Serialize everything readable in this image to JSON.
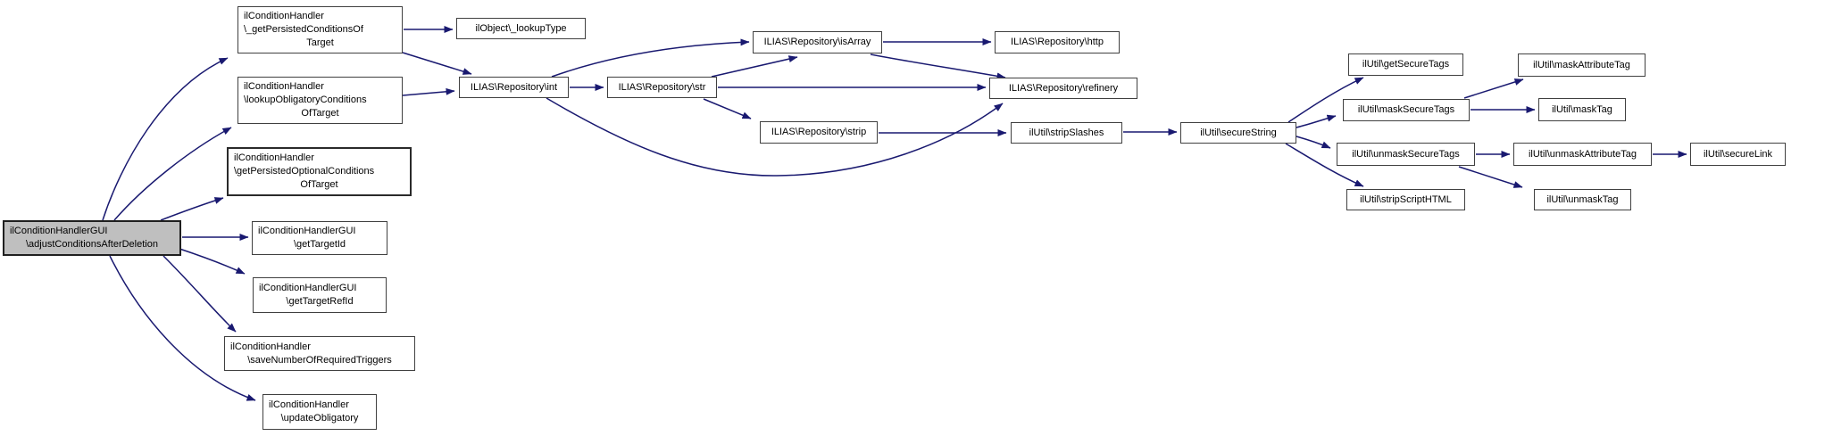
{
  "diagram": {
    "type": "call-graph",
    "colors": {
      "background": "#ffffff",
      "edge": "#191970",
      "node_border": "#404040",
      "node_fill": "#ffffff",
      "root_fill": "#bfbfbf",
      "text": "#000000"
    },
    "nodes": [
      {
        "id": "adjustConditionsAfterDeletion",
        "label": "ilConditionHandlerGUI\n\\adjustConditionsAfterDeletion",
        "highlighted": true
      },
      {
        "id": "getPersistedConditionsOfTarget",
        "label": "ilConditionHandler\n\\_getPersistedConditionsOf\nTarget"
      },
      {
        "id": "lookupObligatoryConditionsOfTarget",
        "label": "ilConditionHandler\n\\lookupObligatoryConditions\nOfTarget"
      },
      {
        "id": "getPersistedOptionalConditionsOfTarget",
        "label": "ilConditionHandler\n\\getPersistedOptionalConditions\nOfTarget"
      },
      {
        "id": "getTargetId",
        "label": "ilConditionHandlerGUI\n\\getTargetId"
      },
      {
        "id": "getTargetRefId",
        "label": "ilConditionHandlerGUI\n\\getTargetRefId"
      },
      {
        "id": "saveNumberOfRequiredTriggers",
        "label": "ilConditionHandler\n\\saveNumberOfRequiredTriggers"
      },
      {
        "id": "updateObligatory",
        "label": "ilConditionHandler\n\\updateObligatory"
      },
      {
        "id": "lookupType",
        "label": "ilObject\\_lookupType"
      },
      {
        "id": "repositoryInt",
        "label": "ILIAS\\Repository\\int"
      },
      {
        "id": "repositoryStr",
        "label": "ILIAS\\Repository\\str"
      },
      {
        "id": "repositoryIsArray",
        "label": "ILIAS\\Repository\\isArray"
      },
      {
        "id": "repositoryStrip",
        "label": "ILIAS\\Repository\\strip"
      },
      {
        "id": "repositoryHttp",
        "label": "ILIAS\\Repository\\http"
      },
      {
        "id": "repositoryRefinery",
        "label": "ILIAS\\Repository\\refinery"
      },
      {
        "id": "stripSlashes",
        "label": "ilUtil\\stripSlashes"
      },
      {
        "id": "secureString",
        "label": "ilUtil\\secureString"
      },
      {
        "id": "getSecureTags",
        "label": "ilUtil\\getSecureTags"
      },
      {
        "id": "maskSecureTags",
        "label": "ilUtil\\maskSecureTags"
      },
      {
        "id": "unmaskSecureTags",
        "label": "ilUtil\\unmaskSecureTags"
      },
      {
        "id": "stripScriptHTML",
        "label": "ilUtil\\stripScriptHTML"
      },
      {
        "id": "maskAttributeTag",
        "label": "ilUtil\\maskAttributeTag"
      },
      {
        "id": "maskTag",
        "label": "ilUtil\\maskTag"
      },
      {
        "id": "unmaskAttributeTag",
        "label": "ilUtil\\unmaskAttributeTag"
      },
      {
        "id": "unmaskTag",
        "label": "ilUtil\\unmaskTag"
      },
      {
        "id": "secureLink",
        "label": "ilUtil\\secureLink"
      }
    ],
    "edges": [
      {
        "from": "adjustConditionsAfterDeletion",
        "to": "getPersistedConditionsOfTarget"
      },
      {
        "from": "adjustConditionsAfterDeletion",
        "to": "lookupObligatoryConditionsOfTarget"
      },
      {
        "from": "adjustConditionsAfterDeletion",
        "to": "getPersistedOptionalConditionsOfTarget"
      },
      {
        "from": "adjustConditionsAfterDeletion",
        "to": "getTargetId"
      },
      {
        "from": "adjustConditionsAfterDeletion",
        "to": "getTargetRefId"
      },
      {
        "from": "adjustConditionsAfterDeletion",
        "to": "saveNumberOfRequiredTriggers"
      },
      {
        "from": "adjustConditionsAfterDeletion",
        "to": "updateObligatory"
      },
      {
        "from": "getPersistedConditionsOfTarget",
        "to": "lookupType"
      },
      {
        "from": "getPersistedConditionsOfTarget",
        "to": "repositoryInt"
      },
      {
        "from": "lookupObligatoryConditionsOfTarget",
        "to": "repositoryInt"
      },
      {
        "from": "repositoryInt",
        "to": "repositoryStr"
      },
      {
        "from": "repositoryInt",
        "to": "repositoryIsArray"
      },
      {
        "from": "repositoryInt",
        "to": "repositoryRefinery"
      },
      {
        "from": "repositoryStr",
        "to": "repositoryIsArray"
      },
      {
        "from": "repositoryStr",
        "to": "repositoryStrip"
      },
      {
        "from": "repositoryStr",
        "to": "repositoryRefinery"
      },
      {
        "from": "repositoryIsArray",
        "to": "repositoryHttp"
      },
      {
        "from": "repositoryIsArray",
        "to": "repositoryRefinery"
      },
      {
        "from": "repositoryStrip",
        "to": "stripSlashes"
      },
      {
        "from": "stripSlashes",
        "to": "secureString"
      },
      {
        "from": "secureString",
        "to": "getSecureTags"
      },
      {
        "from": "secureString",
        "to": "maskSecureTags"
      },
      {
        "from": "secureString",
        "to": "unmaskSecureTags"
      },
      {
        "from": "secureString",
        "to": "stripScriptHTML"
      },
      {
        "from": "maskSecureTags",
        "to": "maskAttributeTag"
      },
      {
        "from": "maskSecureTags",
        "to": "maskTag"
      },
      {
        "from": "unmaskSecureTags",
        "to": "unmaskAttributeTag"
      },
      {
        "from": "unmaskSecureTags",
        "to": "unmaskTag"
      },
      {
        "from": "unmaskAttributeTag",
        "to": "secureLink"
      }
    ]
  }
}
